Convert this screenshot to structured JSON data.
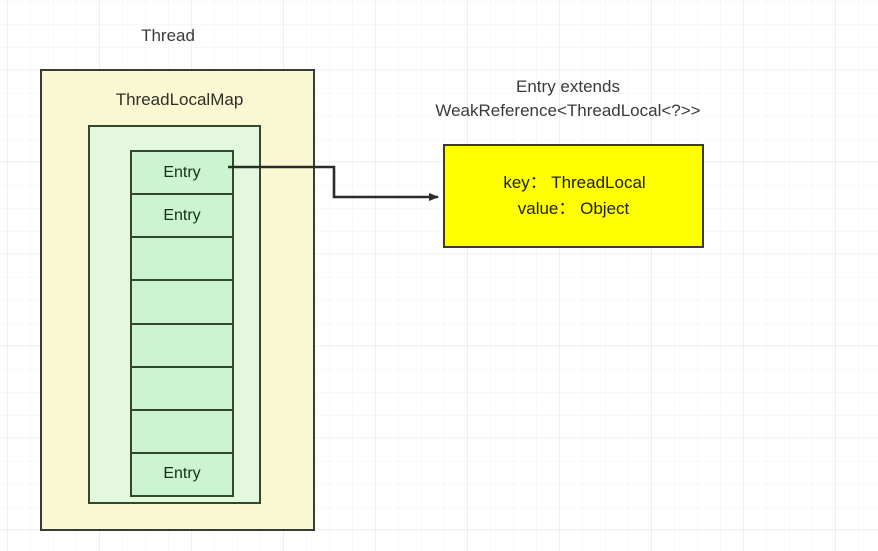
{
  "diagram": {
    "title_thread": "Thread",
    "threadlocalmap_label": "ThreadLocalMap",
    "entry_heading_line1": "Entry extends",
    "entry_heading_line2": "WeakReference<ThreadLocal<?>>",
    "entry_cells": [
      {
        "label": "Entry"
      },
      {
        "label": "Entry"
      },
      {
        "label": ""
      },
      {
        "label": ""
      },
      {
        "label": ""
      },
      {
        "label": ""
      },
      {
        "label": ""
      },
      {
        "label": "Entry"
      }
    ],
    "entry_detail": {
      "key_line": "key： ThreadLocal",
      "value_line": "value： Object"
    },
    "colors": {
      "thread_box_fill": "#faf8d2",
      "thread_box_stroke": "#3b3b33",
      "map_box_fill": "#e4f8dd",
      "map_box_stroke": "#2f4a2b",
      "entry_cell_fill": "#ccf5cf",
      "entry_cell_stroke": "#2e4a2b",
      "detail_box_fill": "#ffff00",
      "detail_box_stroke": "#3b3b33",
      "arrow_stroke": "#2b2b2b",
      "canvas_background": "#ffffff"
    }
  }
}
